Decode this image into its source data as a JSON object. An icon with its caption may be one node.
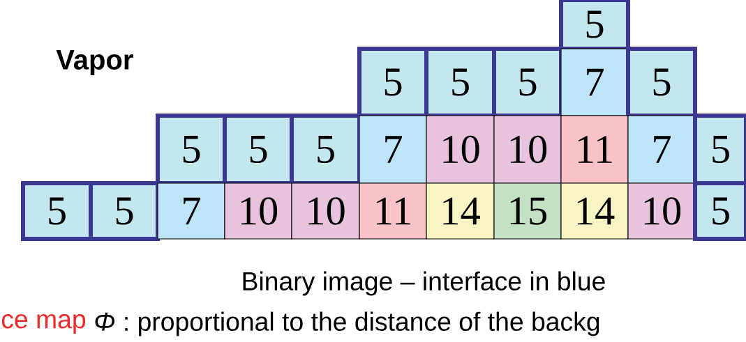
{
  "diagram": {
    "nodes": [
      {
        "text": [
          "5"
        ]
      },
      {
        "text": [
          "5"
        ]
      },
      {
        "text": [
          "5"
        ]
      },
      {
        "text": [
          "5"
        ]
      },
      {
        "text": [
          "7"
        ]
      },
      {
        "text": [
          "5"
        ]
      },
      {
        "text": [
          "5"
        ]
      },
      {
        "text": [
          "5"
        ]
      },
      {
        "text": [
          "5"
        ]
      },
      {
        "text": [
          "7"
        ]
      },
      {
        "text": [
          "10"
        ]
      },
      {
        "text": [
          "10"
        ]
      },
      {
        "text": [
          "11"
        ]
      },
      {
        "text": [
          "7"
        ]
      },
      {
        "text": [
          "5"
        ]
      },
      {
        "text": [
          "5"
        ]
      },
      {
        "text": [
          "5"
        ]
      },
      {
        "text": [
          "7"
        ]
      },
      {
        "text": [
          "10"
        ]
      },
      {
        "text": [
          "10"
        ]
      },
      {
        "text": [
          "11"
        ]
      },
      {
        "text": [
          "14"
        ]
      },
      {
        "text": [
          "15"
        ]
      },
      {
        "text": [
          "14"
        ]
      },
      {
        "text": [
          "10"
        ]
      },
      {
        "text": [
          "5"
        ]
      }
    ],
    "labels": [
      "Vapor",
      "Binary image – interface in blue",
      "ce map",
      "*Φ* : proportional to the distance of the backg"
    ]
  }
}
